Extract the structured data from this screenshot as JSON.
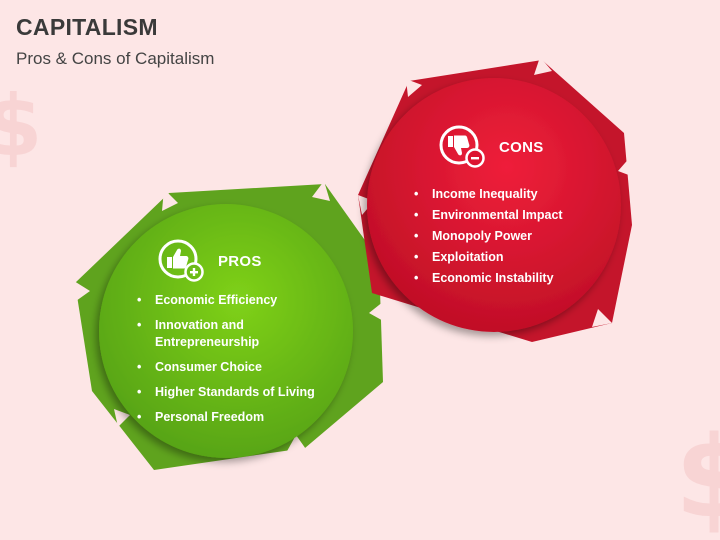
{
  "header": {
    "title": "CAPITALISM",
    "subtitle": "Pros & Cons of Capitalism"
  },
  "colors": {
    "pros_outer": "#5fa31e",
    "pros_inner": "#6cbc17",
    "cons_outer": "#c4152b",
    "cons_inner": "#dc1330",
    "background": "#fde6e6"
  },
  "pros": {
    "title": "PROS",
    "icon": "thumbs-up-plus-icon",
    "items": [
      "Economic Efficiency",
      "Innovation and Entrepreneurship",
      "Consumer Choice",
      "Higher Standards of Living",
      "Personal Freedom"
    ]
  },
  "cons": {
    "title": "CONS",
    "icon": "thumbs-down-minus-icon",
    "items": [
      "Income Inequality",
      "Environmental Impact",
      "Monopoly Power",
      "Exploitation",
      "Economic Instability"
    ]
  }
}
